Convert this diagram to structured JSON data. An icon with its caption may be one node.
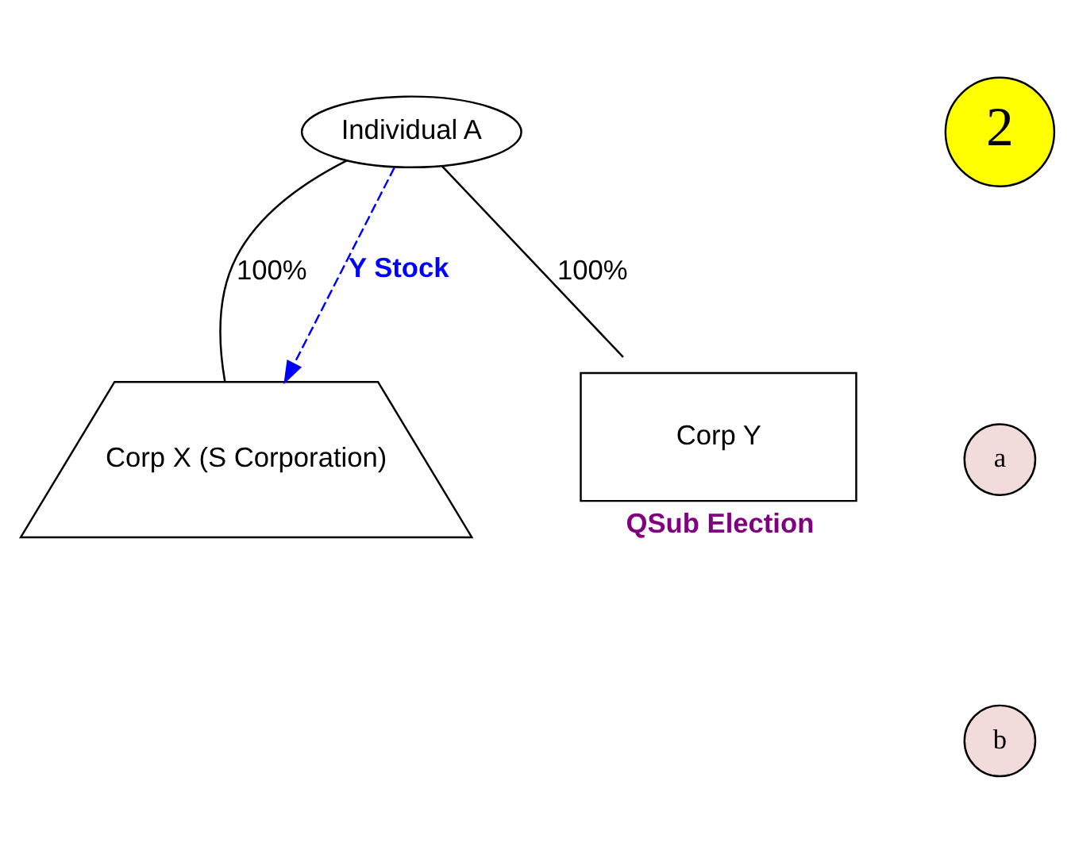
{
  "diagram": {
    "nodes": [
      {
        "text": [
          "Individual A"
        ]
      },
      {
        "text": [
          "Corp X (S Corporation)"
        ]
      },
      {
        "text": [
          "Corp Y"
        ],
        "beside": [
          "QSub Election"
        ]
      },
      {
        "text": [
          "a"
        ]
      },
      {
        "text": [
          "b"
        ]
      },
      {
        "text": [
          "2"
        ]
      }
    ],
    "edges": [
      {
        "from": 0,
        "to": 1,
        "arrow": "none",
        "label": "100%"
      },
      {
        "from": 0,
        "to": 2,
        "arrow": "none",
        "label": "100%"
      },
      {
        "from": 0,
        "to": 1,
        "arrow": "to",
        "label": "Y Stock",
        "style": "dashed",
        "color": "#0000ff"
      }
    ]
  }
}
